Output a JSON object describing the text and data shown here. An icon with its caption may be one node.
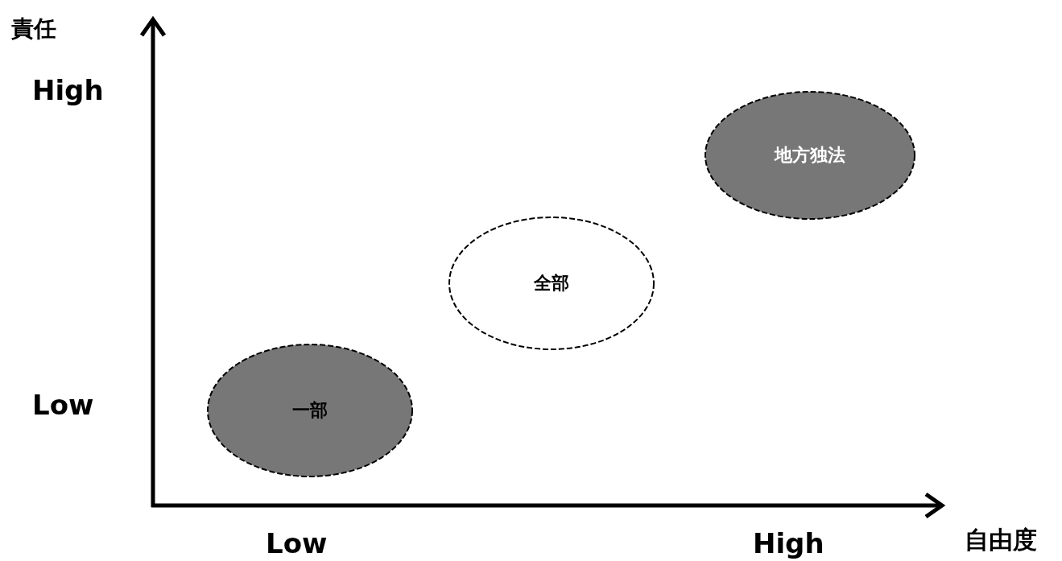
{
  "diagram": {
    "nodes": [
      {
        "text": [
          "地方独法"
        ]
      },
      {
        "text": [
          "全部"
        ]
      },
      {
        "text": [
          "一部"
        ]
      }
    ],
    "edges": [],
    "labels": [
      "責任",
      "High",
      "Low",
      "Low",
      "High",
      "自由度"
    ]
  }
}
